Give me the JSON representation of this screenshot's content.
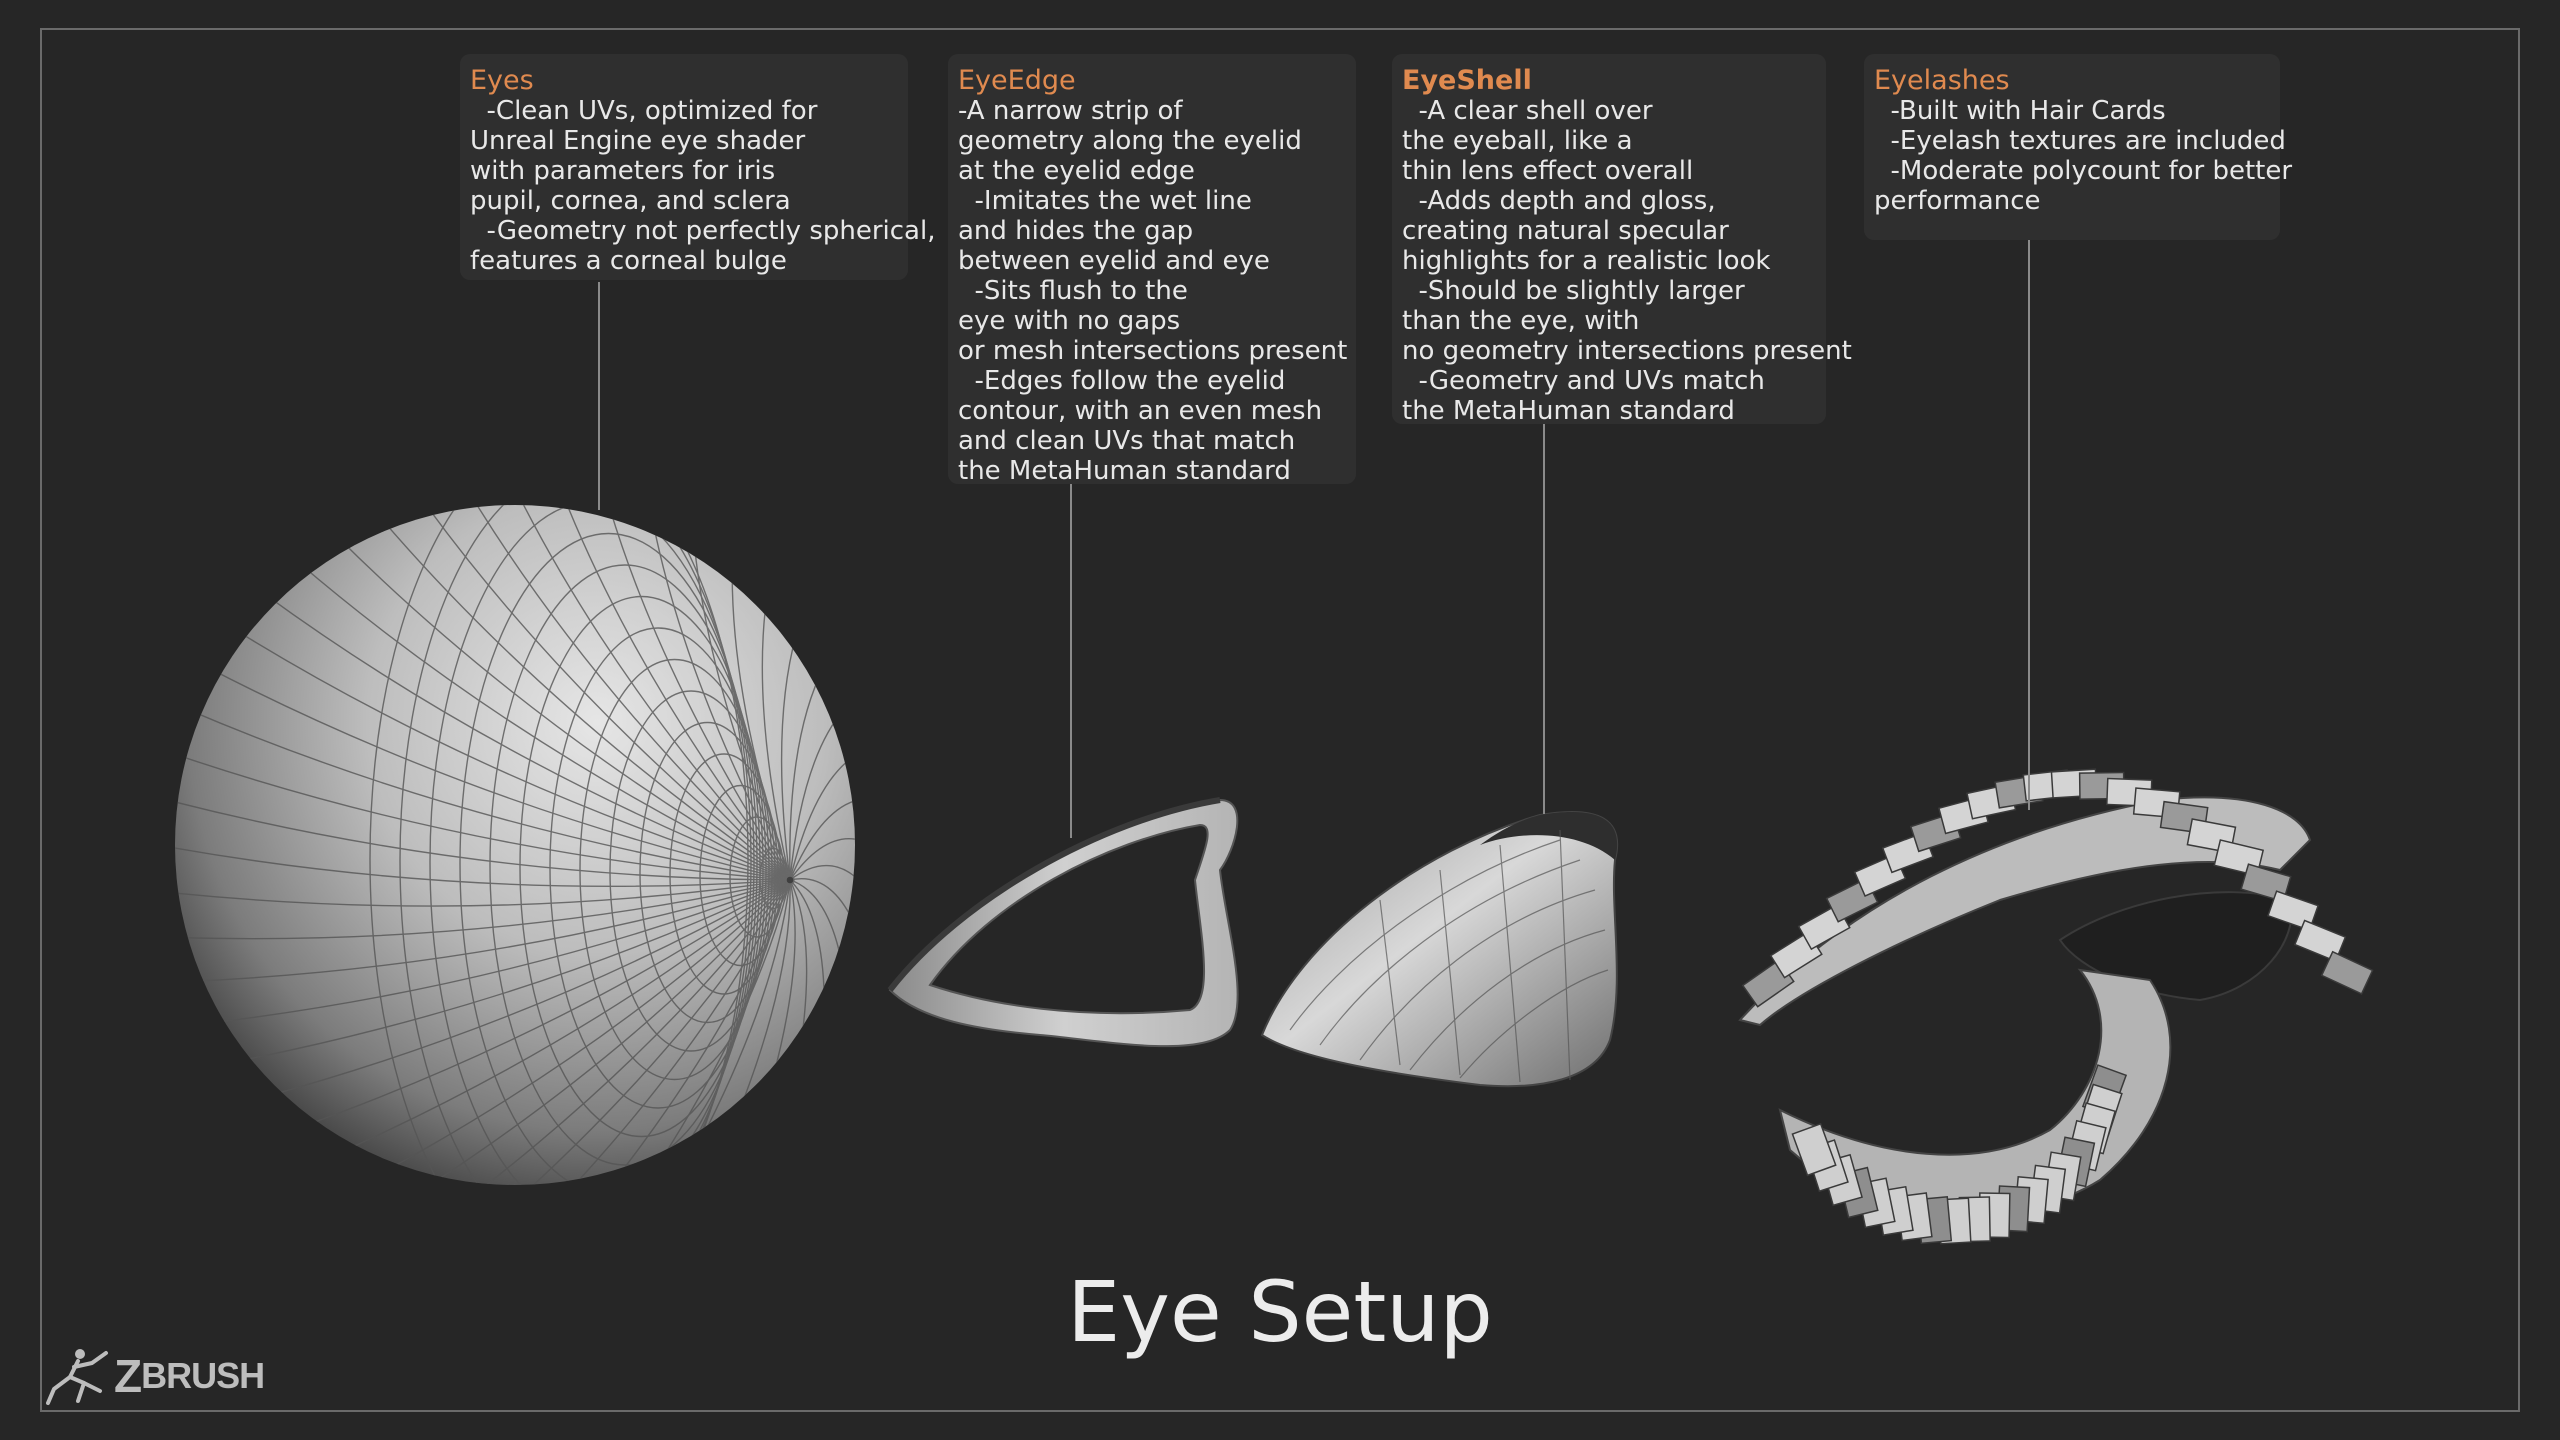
{
  "cards": [
    {
      "title": "Eyes",
      "lines": [
        "  -Clean UVs, optimized for",
        "Unreal Engine eye shader",
        "with parameters for iris",
        "pupil, cornea, and sclera",
        "  -Geometry not perfectly spherical,",
        "features a corneal bulge"
      ]
    },
    {
      "title": "EyeEdge",
      "lines": [
        "-A narrow strip of",
        "geometry along the eyelid",
        "at the eyelid edge",
        "  -Imitates the wet line",
        "and hides the gap",
        "between eyelid and eye",
        "  -Sits flush to the",
        "eye with no gaps",
        "or mesh intersections present",
        "  -Edges follow the eyelid",
        "contour, with an even mesh",
        "and clean UVs that match",
        "the MetaHuman standard"
      ]
    },
    {
      "title": "EyeShell",
      "lines": [
        "  -A clear shell over",
        "the eyeball, like a",
        "thin lens effect overall",
        "  -Adds depth and gloss,",
        "creating natural specular",
        "highlights for a realistic look",
        "  -Should be slightly larger",
        "than the eye, with",
        "no geometry intersections present",
        "  -Geometry and UVs match",
        "the MetaHuman standard"
      ]
    },
    {
      "title": "Eyelashes",
      "lines": [
        "  -Built with Hair Cards",
        "  -Eyelash textures are included",
        "  -Moderate polycount for better",
        "performance"
      ]
    }
  ],
  "heading": "Eye Setup",
  "logo": {
    "text_z": "Z",
    "text_rest": "BRUSH"
  }
}
